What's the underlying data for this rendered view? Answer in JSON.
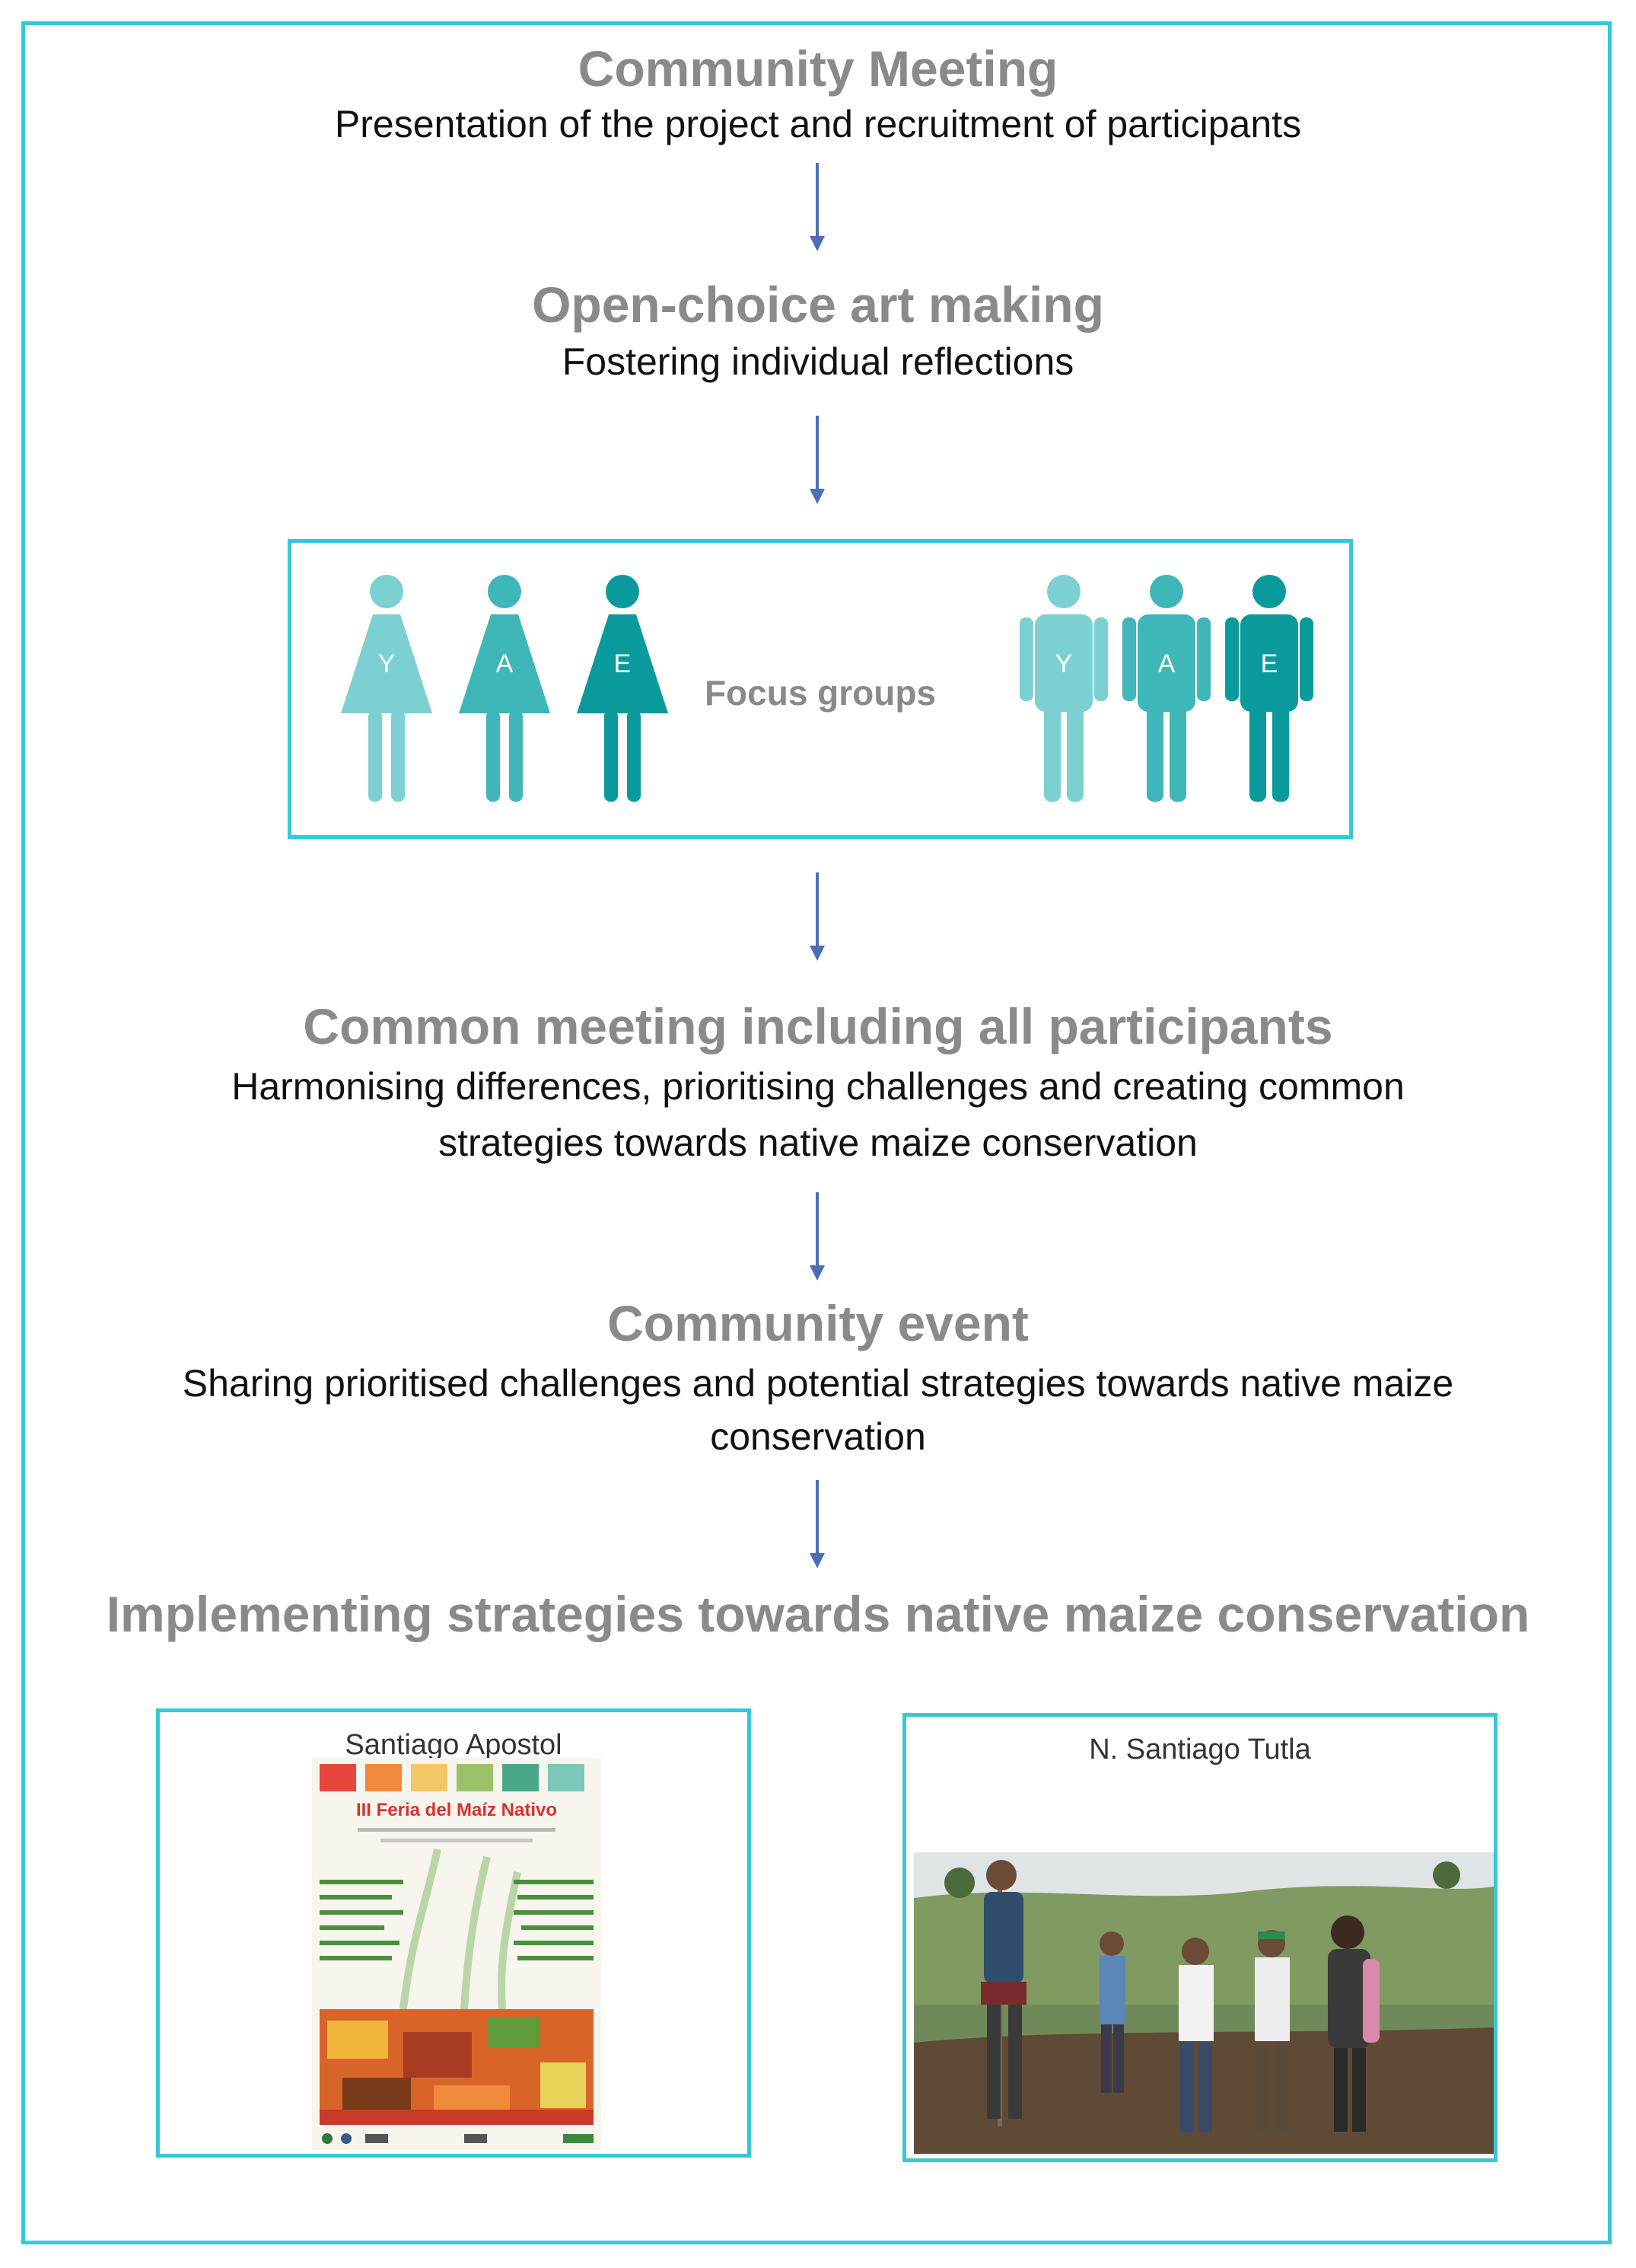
{
  "steps": [
    {
      "title": "Community Meeting",
      "subtitle": "Presentation of the project and recruitment of participants"
    },
    {
      "title": "Open-choice art making",
      "subtitle": "Fostering individual reflections"
    },
    {
      "title": "Common meeting including all participants",
      "subtitle_lines": [
        "Harmonising differences, prioritising challenges and creating common",
        "strategies towards native maize conservation"
      ]
    },
    {
      "title": "Community event",
      "subtitle_lines": [
        "Sharing prioritised challenges and potential strategies towards native maize",
        "conservation"
      ]
    },
    {
      "title": "Implementing strategies towards native maize conservation"
    }
  ],
  "focus_groups": {
    "label": "Focus groups",
    "women": [
      {
        "letter": "Y",
        "color": "#7cd0d2"
      },
      {
        "letter": "A",
        "color": "#3fb6b8"
      },
      {
        "letter": "E",
        "color": "#0b9a9c"
      }
    ],
    "men": [
      {
        "letter": "Y",
        "color": "#7cd0d2"
      },
      {
        "letter": "A",
        "color": "#3fb6b8"
      },
      {
        "letter": "E",
        "color": "#0b9a9c"
      }
    ]
  },
  "images": {
    "poster": {
      "caption": "Santiago Apostol",
      "heading": "III Feria del Maíz Nativo"
    },
    "photo": {
      "caption": "N. Santiago Tutla"
    }
  },
  "colors": {
    "frame": "#35c9d8",
    "arrow": "#4a6fb5",
    "title_gray": "#8a8a8a"
  }
}
